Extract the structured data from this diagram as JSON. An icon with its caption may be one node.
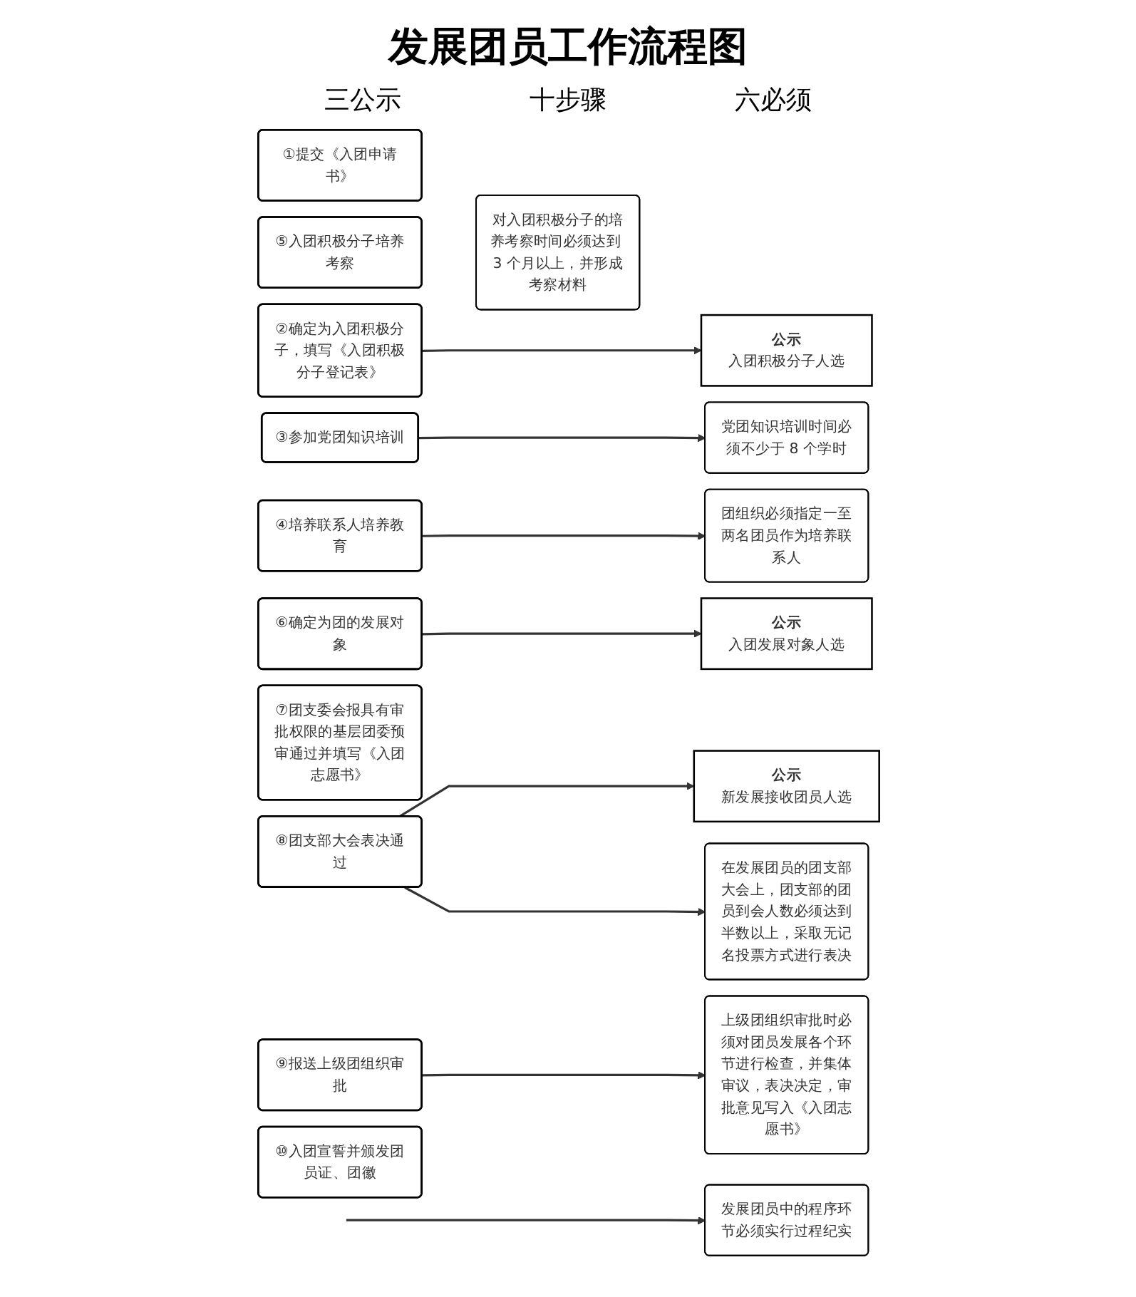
{
  "diagram": {
    "title": "发展团员工作流程图",
    "nodes": [
      {
        "text": [
          "①提交《入团申请书》"
        ]
      },
      {
        "text": [
          "②确定为入团积极分子，填写《入团积极分子登记表》"
        ]
      },
      {
        "text": [
          "③参加党团知识培训"
        ]
      },
      {
        "text": [
          "④培养联系人培养教育"
        ]
      },
      {
        "text": [
          "⑤入团积极分子培养考察"
        ]
      },
      {
        "text": [
          "⑥确定为团的发展对象"
        ]
      },
      {
        "text": [
          "⑦团支委会报具有审批权限的基层团委预审通过并填写《入团志愿书》"
        ]
      },
      {
        "text": [
          "⑧团支部大会表决通过"
        ]
      },
      {
        "text": [
          "⑨报送上级团组织审批"
        ]
      },
      {
        "text": [
          "⑩入团宣誓并颁发团员证、团徽"
        ]
      },
      {
        "text": [
          "公示",
          "入团积极分子人选"
        ]
      },
      {
        "text": [
          "公示",
          "入团发展对象人选"
        ]
      },
      {
        "text": [
          "公示",
          "新发展接收团员人选"
        ]
      },
      {
        "text": [
          "党团知识培训时间必须不少于 8 个学时"
        ]
      },
      {
        "text": [
          "团组织必须指定一至两名团员作为培养联系人"
        ]
      },
      {
        "text": [
          "对入团积极分子的培养考察时间必须达到 3 个月以上，并形成考察材料"
        ]
      },
      {
        "text": [
          "发展团员中的程序环节必须实行过程纪实"
        ]
      },
      {
        "text": [
          "在发展团员的团支部大会上，团支部的团员到会人数必须达到半数以上，采取无记名投票方式进行表决"
        ]
      },
      {
        "text": [
          "上级团组织审批时必须对团员发展各个环节进行检查，并集体审议，表决决定，审批意见写入《入团志愿书》"
        ]
      }
    ],
    "edges": [
      {
        "from": 1,
        "to": 10,
        "arrow": "to"
      },
      {
        "from": 2,
        "to": 13,
        "arrow": "to"
      },
      {
        "from": 3,
        "to": 14,
        "arrow": "to"
      },
      {
        "from": 5,
        "to": 11,
        "arrow": "to"
      },
      {
        "from": null,
        "to": 16,
        "arrow": "to"
      },
      {
        "from": 7,
        "to": 12,
        "arrow": "to"
      },
      {
        "from": 7,
        "to": 17,
        "arrow": "to"
      },
      {
        "from": 8,
        "to": 18,
        "arrow": "to"
      }
    ],
    "labels": [
      "三公示",
      "十步骤",
      "六必须"
    ]
  }
}
